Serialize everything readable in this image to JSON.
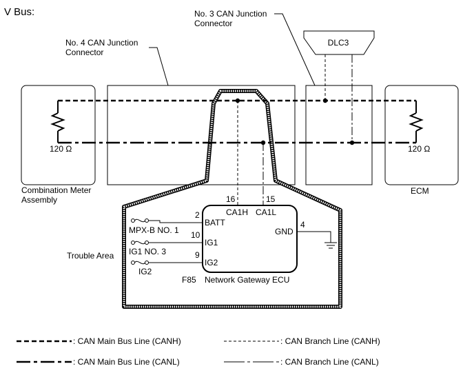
{
  "title": "V Bus:",
  "components": {
    "combination_meter": {
      "line1": "Combination Meter",
      "line2": "Assembly",
      "resistor": "120 Ω"
    },
    "ecm": {
      "label": "ECM",
      "resistor": "120 Ω"
    },
    "junction4": {
      "line1": "No. 4 CAN Junction",
      "line2": "Connector"
    },
    "junction3": {
      "line1": "No. 3 CAN Junction",
      "line2": "Connector"
    },
    "dlc3": {
      "label": "DLC3"
    },
    "gateway": {
      "ref": "F85",
      "name": "Network Gateway ECU",
      "pins": {
        "batt": {
          "num": "2",
          "name": "BATT"
        },
        "ig1": {
          "num": "10",
          "name": "IG1"
        },
        "ig2": {
          "num": "9",
          "name": "IG2"
        },
        "gnd": {
          "num": "4",
          "name": "GND"
        },
        "ca1h": {
          "num": "16",
          "name": "CA1H"
        },
        "ca1l": {
          "num": "15",
          "name": "CA1L"
        }
      }
    },
    "fuses": {
      "mpxb": "MPX-B NO. 1",
      "ig1no3": "IG1 NO. 3",
      "ig2": "IG2"
    },
    "trouble_area": "Trouble Area"
  },
  "legend": {
    "main_canh": ": CAN Main Bus Line (CANH)",
    "main_canl": ": CAN Main Bus Line (CANL)",
    "branch_canh": ": CAN Branch Line (CANH)",
    "branch_canl": ": CAN Branch Line (CANL)"
  }
}
